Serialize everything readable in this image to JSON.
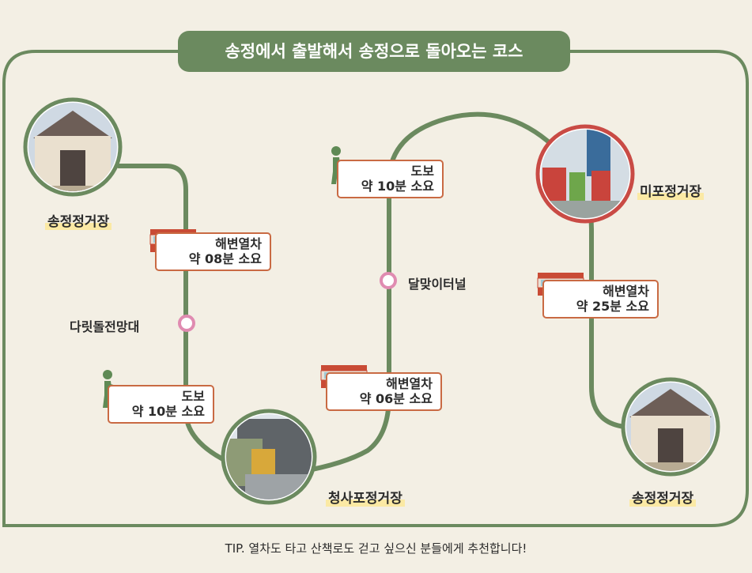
{
  "title": "송정에서 출발해서 송정으로 돌아오는 코스",
  "stations": {
    "songjeong_start": "송정정거장",
    "cheongsapo": "청사포정거장",
    "mipo": "미포정거장",
    "songjeong_end": "송정정거장"
  },
  "waypoints": {
    "darit": "다릿돌전망대",
    "dalmaji": "달맞이터널"
  },
  "segments": [
    {
      "mode": "해변열차",
      "time": "약 08분 소요"
    },
    {
      "mode": "도보",
      "time": "약 10분 소요"
    },
    {
      "mode": "해변열차",
      "time": "약 06분 소요"
    },
    {
      "mode": "도보",
      "time": "약 10분 소요"
    },
    {
      "mode": "해변열차",
      "time": "약 25분 소요"
    }
  ],
  "tip": "TIP. 열차도 타고 산책로도 걷고 싶으신 분들에게 추천합니다!",
  "colors": {
    "route": "#6b8a5f",
    "accent": "#c96a43",
    "tunnel_marker": "#e08bb1",
    "highlight": "#fbe9a4",
    "background": "#f3efe4"
  },
  "icons": [
    "train-icon",
    "walking-person-icon",
    "station-building-image",
    "station-photo-image"
  ]
}
